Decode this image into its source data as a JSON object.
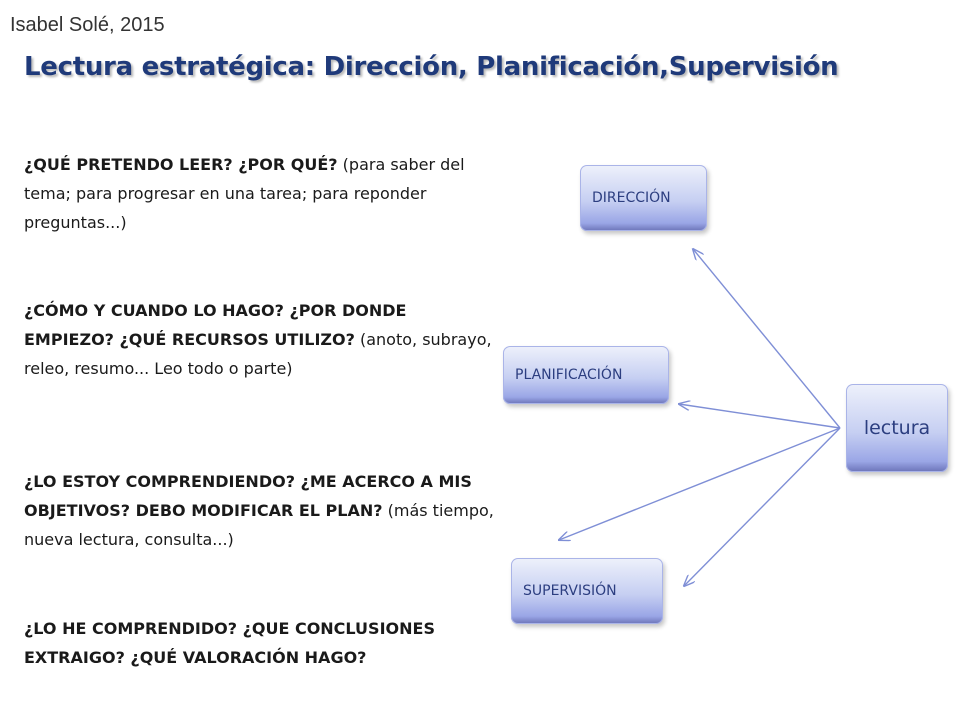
{
  "author": "Isabel Solé, 2015",
  "title": "Lectura estratégica: Dirección, Planificación,Supervisión",
  "paragraphs": [
    {
      "q": "¿QUÉ PRETENDO LEER?  ¿POR QUÉ?",
      "rest": " (para saber del tema; para progresar en una tarea; para reponder preguntas...)"
    },
    {
      "q": "¿CÓMO Y CUANDO LO HAGO? ¿POR DONDE EMPIEZO? ¿QUÉ RECURSOS UTILIZO?",
      "rest": " (anoto, subrayo, releo, resumo... Leo todo o parte)"
    },
    {
      "q": "¿LO ESTOY COMPRENDIENDO? ¿ME ACERCO A MIS OBJETIVOS? DEBO MODIFICAR EL PLAN?",
      "rest": " (más tiempo, nueva lectura, consulta...)"
    },
    {
      "q": "¿LO HE COMPRENDIDO? ¿QUE CONCLUSIONES EXTRAIGO? ¿QUÉ VALORACIÓN HAGO?",
      "rest": ""
    }
  ],
  "nodes": {
    "direccion": "DIRECCIÓN",
    "planificacion": "PLANIFICACIÓN",
    "supervision": "SUPERVISIÓN",
    "lectura": "lectura"
  },
  "colors": {
    "title": "#1f3a7a",
    "node_text": "#2c3e80",
    "arrow": "#7f8fd6"
  }
}
